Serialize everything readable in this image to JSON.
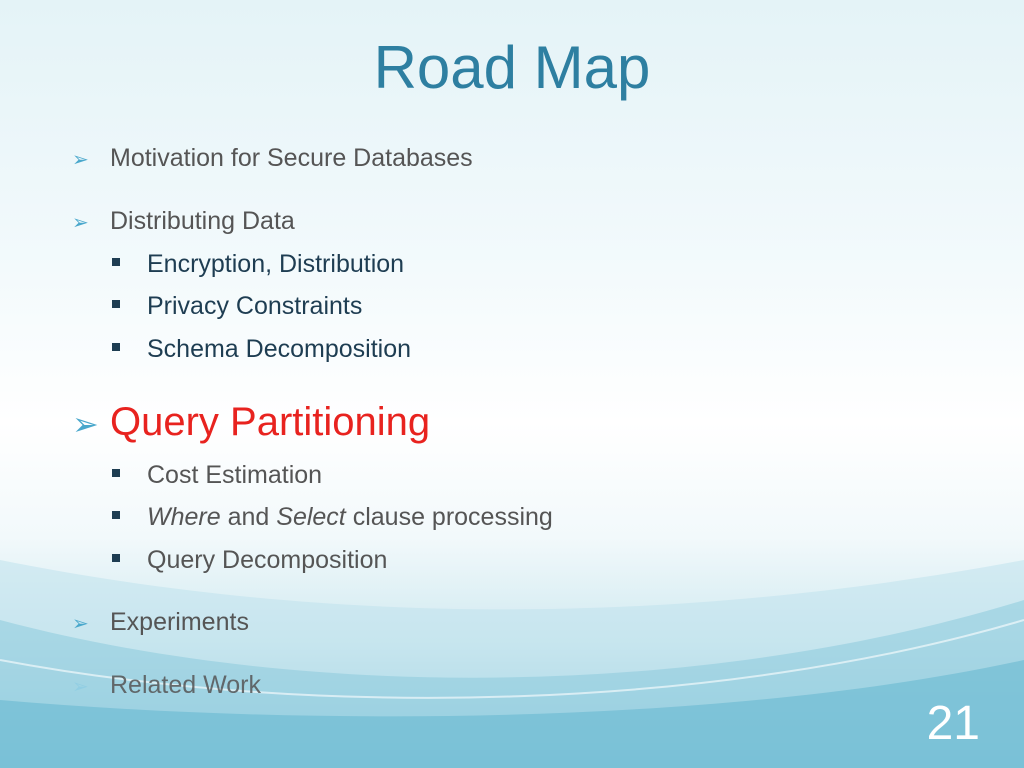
{
  "slide": {
    "title": "Road Map",
    "page_number": "21",
    "colors": {
      "title": "#2e7fa1",
      "text": "#555555",
      "highlight": "#e8231f",
      "arrow": "#4aa8cc",
      "subitem": "#1e3d52"
    },
    "icons": {
      "level1": "arrow-bullet-icon",
      "level2": "square-bullet-icon"
    },
    "items": [
      {
        "label": "Motivation for Secure Databases"
      },
      {
        "label": "Distributing Data",
        "children": [
          "Encryption, Distribution",
          "Privacy Constraints",
          "Schema Decomposition"
        ]
      },
      {
        "label": "Query Partitioning",
        "highlighted": true,
        "children": [
          {
            "text": "Cost Estimation"
          },
          {
            "where": "Where",
            "and": "and",
            "select": "Select",
            "rest": "clause processing"
          },
          {
            "text": "Query Decomposition"
          }
        ]
      },
      {
        "label": "Experiments"
      },
      {
        "label": "Related Work"
      }
    ]
  }
}
